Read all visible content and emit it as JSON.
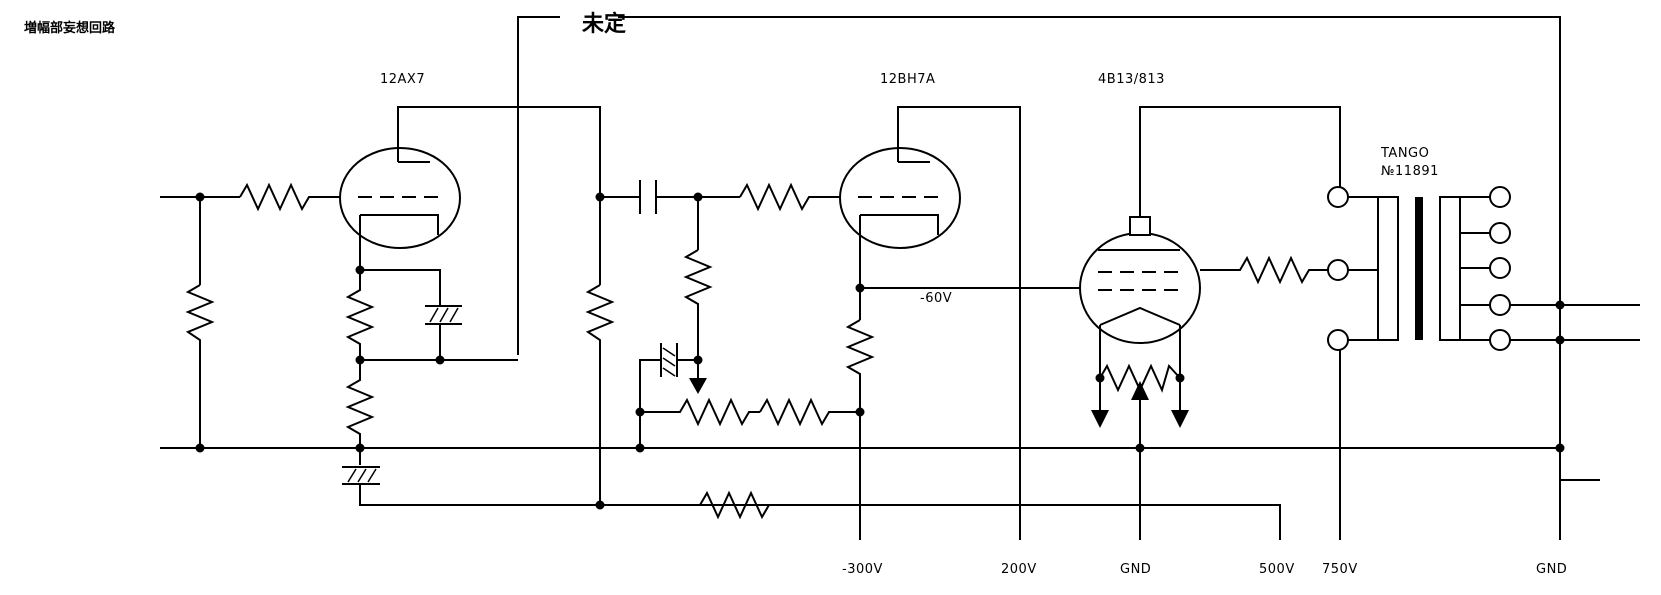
{
  "title": "増幅部妄想回路",
  "feedback_label": "未定",
  "tubes": {
    "v1": "12AX7",
    "v2": "12BH7A",
    "v3": "4B13/813"
  },
  "transformer": {
    "maker": "TANGO",
    "model": "№11891"
  },
  "bias_label": "-60V",
  "rails": {
    "neg300": "-300V",
    "v200": "200V",
    "gnd1": "GND",
    "v500": "500V",
    "v750": "750V",
    "gnd2": "GND"
  },
  "colors": {
    "ink": "#000000",
    "paper": "#ffffff"
  }
}
